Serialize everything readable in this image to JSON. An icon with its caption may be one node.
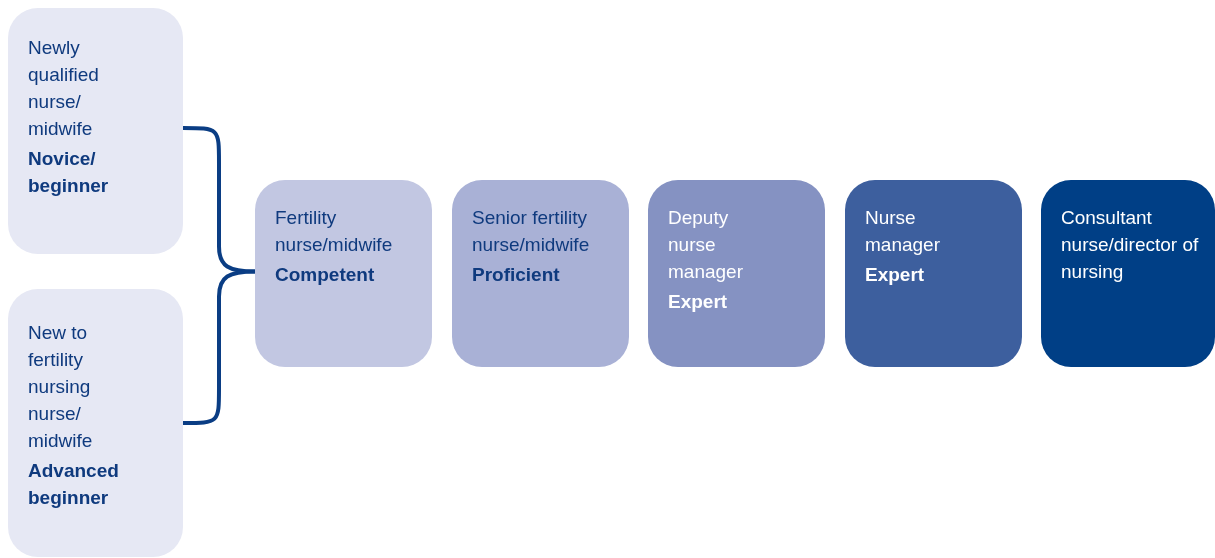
{
  "diagram": {
    "nodes": [
      {
        "text": [
          "Newly qualified nurse/ midwife",
          "Novice/ beginner"
        ]
      },
      {
        "text": [
          "New to fertility nursing nurse/ midwife",
          "Advanced beginner"
        ]
      },
      {
        "text": [
          "Fertility nurse/midwife",
          "Competent"
        ]
      },
      {
        "text": [
          "Senior fertility nurse/midwife",
          "Proficient"
        ]
      },
      {
        "text": [
          "Deputy nurse manager",
          "Expert"
        ]
      },
      {
        "text": [
          "Nurse manager",
          "Expert"
        ]
      },
      {
        "text": [
          "Consultant nurse/director of nursing"
        ]
      }
    ],
    "edges": [
      {
        "from": 0,
        "to": 2,
        "arrow": "none"
      },
      {
        "from": 1,
        "to": 2,
        "arrow": "none"
      }
    ]
  }
}
